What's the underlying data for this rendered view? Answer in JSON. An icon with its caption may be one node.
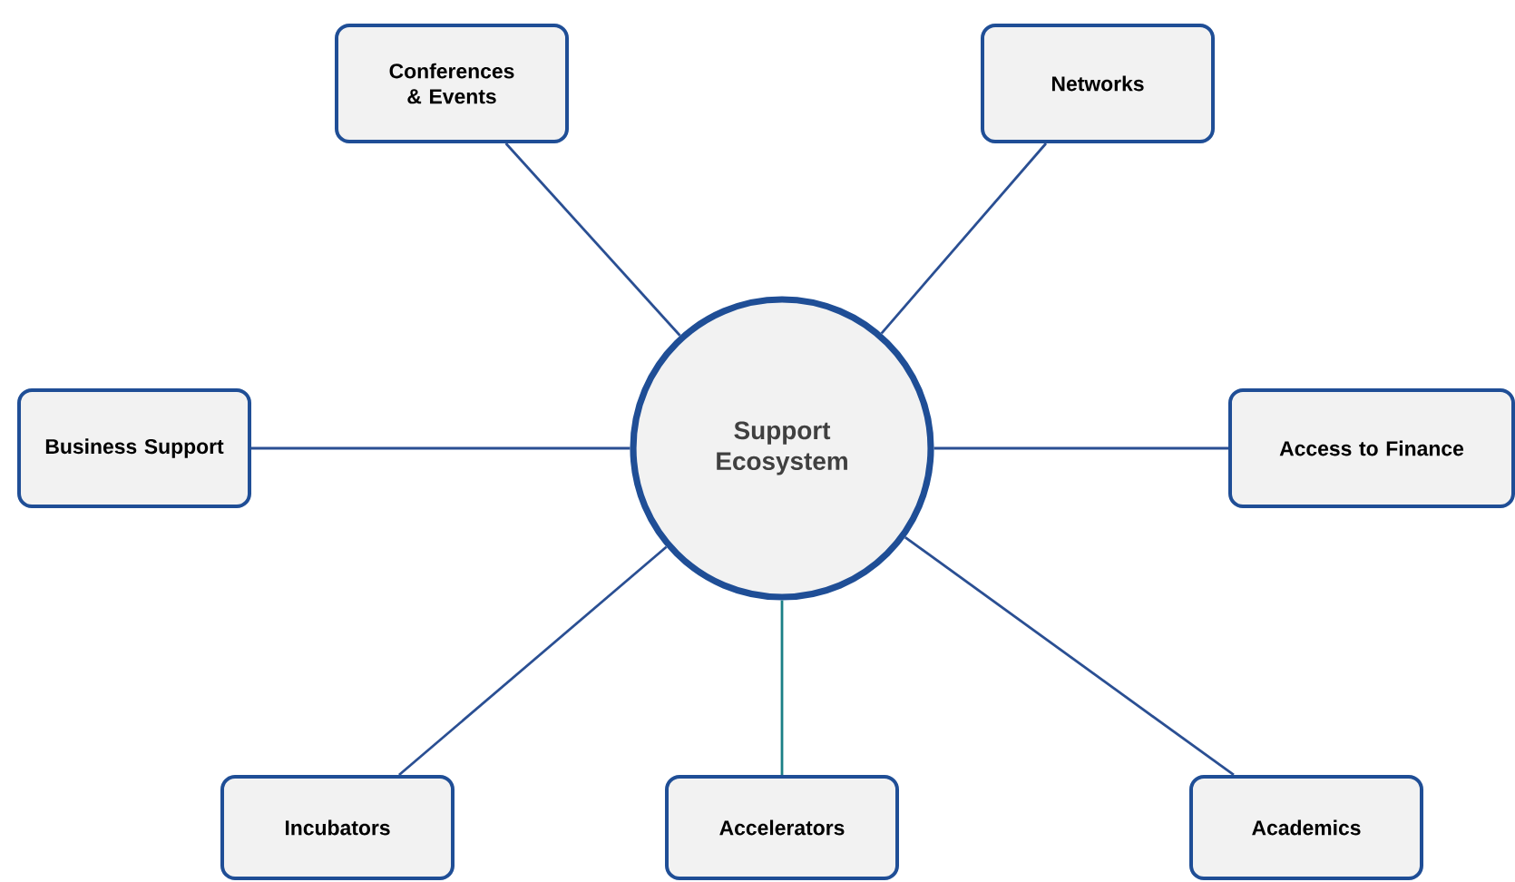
{
  "diagram": {
    "nodes": [
      {
        "text": [
          "Support Ecosystem"
        ]
      },
      {
        "text": [
          "Conferences & Events"
        ]
      },
      {
        "text": [
          "Networks"
        ]
      },
      {
        "text": [
          "Business Support"
        ]
      },
      {
        "text": [
          "Access to Finance"
        ]
      },
      {
        "text": [
          "Incubators"
        ]
      },
      {
        "text": [
          "Accelerators"
        ]
      },
      {
        "text": [
          "Academics"
        ]
      }
    ],
    "edges": [
      {
        "from": 0,
        "to": 1,
        "arrow": "none"
      },
      {
        "from": 0,
        "to": 2,
        "arrow": "none"
      },
      {
        "from": 0,
        "to": 3,
        "arrow": "none"
      },
      {
        "from": 0,
        "to": 4,
        "arrow": "none"
      },
      {
        "from": 0,
        "to": 5,
        "arrow": "none"
      },
      {
        "from": 0,
        "to": 6,
        "arrow": "none",
        "color": "#1b7f86"
      },
      {
        "from": 0,
        "to": 7,
        "arrow": "none"
      }
    ]
  }
}
